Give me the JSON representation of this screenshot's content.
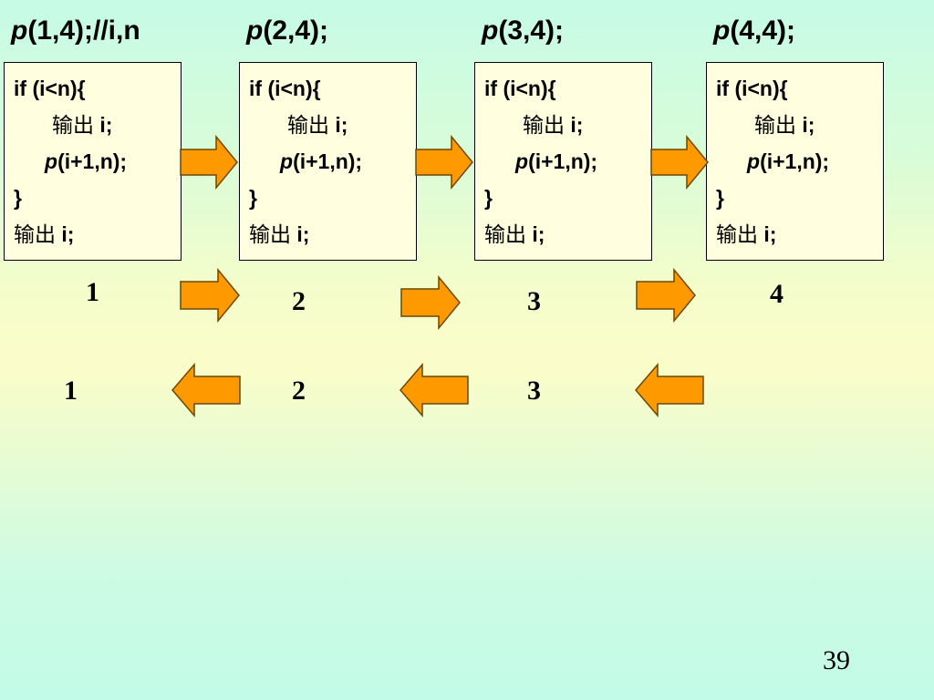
{
  "calls": [
    {
      "fn": "p",
      "args": "(1,4);//i,n"
    },
    {
      "fn": "p",
      "args": "(2,4);"
    },
    {
      "fn": "p",
      "args": "(3,4);"
    },
    {
      "fn": "p",
      "args": "(4,4);"
    }
  ],
  "code": {
    "line1": "if (i<n){",
    "line2_cjk": "输出",
    "line2_rest": " i;",
    "line3_fn": "p",
    "line3_rest": "(i+1,n);",
    "line4": "}",
    "line5_cjk": "输出",
    "line5_rest": " i;"
  },
  "forward_numbers": [
    "1",
    "2",
    "3",
    "4"
  ],
  "return_numbers": [
    "1",
    "2",
    "3"
  ],
  "arrow_color": "#ff9900",
  "page_number": "39"
}
